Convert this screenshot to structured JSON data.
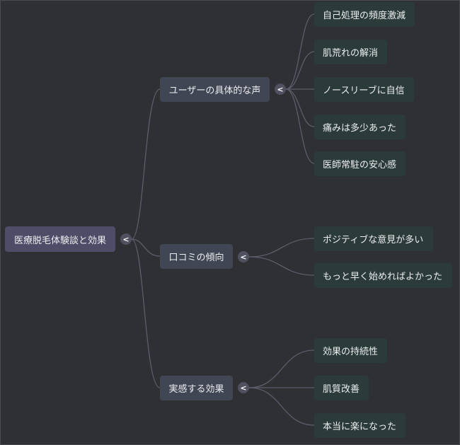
{
  "root": {
    "label": "医療脱毛体験談と効果",
    "toggle": "<"
  },
  "branches": [
    {
      "label": "ユーザーの具体的な声",
      "toggle": "<",
      "children": [
        "自己処理の頻度激減",
        "肌荒れの解消",
        "ノースリーブに自信",
        "痛みは多少あった",
        "医師常駐の安心感"
      ]
    },
    {
      "label": "口コミの傾向",
      "toggle": "<",
      "children": [
        "ポジティブな意見が多い",
        "もっと早く始めればよかった"
      ]
    },
    {
      "label": "実感する効果",
      "toggle": "<",
      "children": [
        "効果の持続性",
        "肌質改善",
        "本当に楽になった"
      ]
    }
  ],
  "colors": {
    "background": "#2f3033",
    "edge": "#5c5d6b",
    "root": "#4f4c68",
    "branch": "#414655",
    "leaf": "#2b3b39"
  }
}
